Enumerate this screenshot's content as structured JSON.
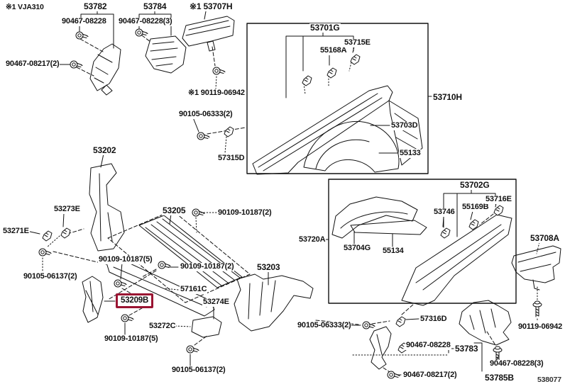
{
  "diagram": {
    "model_note": "※1 VJA310",
    "figure_code": "538077",
    "highlighted_part": "53209B",
    "highlight_color": "#9a1432",
    "line_color": "#111111",
    "labels": [
      {
        "id": "model-note",
        "text": "※1 VJA310"
      },
      {
        "id": "53782",
        "text": "53782"
      },
      {
        "id": "90467-08228-a",
        "text": "90467-08228"
      },
      {
        "id": "90467-08217-2-a",
        "text": "90467-08217(2)"
      },
      {
        "id": "53784",
        "text": "53784"
      },
      {
        "id": "90467-08228-3-a",
        "text": "90467-08228(3)"
      },
      {
        "id": "53707H",
        "text": "※1 53707H"
      },
      {
        "id": "90119-06942-a",
        "text": "※1 90119-06942"
      },
      {
        "id": "90105-06333-2-a",
        "text": "90105-06333(2)"
      },
      {
        "id": "57315D",
        "text": "57315D"
      },
      {
        "id": "53701G",
        "text": "53701G"
      },
      {
        "id": "55168A",
        "text": "55168A"
      },
      {
        "id": "53715E",
        "text": "53715E"
      },
      {
        "id": "53703D",
        "text": "53703D"
      },
      {
        "id": "55133",
        "text": "55133"
      },
      {
        "id": "53710H",
        "text": "53710H"
      },
      {
        "id": "53202",
        "text": "53202"
      },
      {
        "id": "53273E",
        "text": "53273E"
      },
      {
        "id": "53271E",
        "text": "53271E"
      },
      {
        "id": "90105-06137-2-a",
        "text": "90105-06137(2)"
      },
      {
        "id": "53205",
        "text": "53205"
      },
      {
        "id": "90109-10187-2-a",
        "text": "90109-10187(2)"
      },
      {
        "id": "90109-10187-5-a",
        "text": "90109-10187(5)"
      },
      {
        "id": "90109-10187-2-b",
        "text": "90109-10187(2)"
      },
      {
        "id": "53209B",
        "text": "53209B"
      },
      {
        "id": "57161C",
        "text": "57161C"
      },
      {
        "id": "53272C",
        "text": "53272C"
      },
      {
        "id": "90109-10187-5-b",
        "text": "90109-10187(5)"
      },
      {
        "id": "53274E",
        "text": "53274E"
      },
      {
        "id": "90105-06137-2-b",
        "text": "90105-06137(2)"
      },
      {
        "id": "53203",
        "text": "53203"
      },
      {
        "id": "53720A",
        "text": "53720A"
      },
      {
        "id": "53702G",
        "text": "53702G"
      },
      {
        "id": "53746",
        "text": "53746"
      },
      {
        "id": "55169B",
        "text": "55169B"
      },
      {
        "id": "53716E",
        "text": "53716E"
      },
      {
        "id": "53704G",
        "text": "53704G"
      },
      {
        "id": "55134",
        "text": "55134"
      },
      {
        "id": "90105-06333-2-b",
        "text": "90105-06333(2)"
      },
      {
        "id": "57316D",
        "text": "57316D"
      },
      {
        "id": "90467-08228-b",
        "text": "90467-08228"
      },
      {
        "id": "53783",
        "text": "53783"
      },
      {
        "id": "90467-08217-2-b",
        "text": "90467-08217(2)"
      },
      {
        "id": "53708A",
        "text": "53708A"
      },
      {
        "id": "90119-06942-b",
        "text": "90119-06942"
      },
      {
        "id": "90467-08228-3-b",
        "text": "90467-08228(3)"
      },
      {
        "id": "53785B",
        "text": "53785B"
      },
      {
        "id": "figure-code",
        "text": "538077"
      }
    ]
  }
}
